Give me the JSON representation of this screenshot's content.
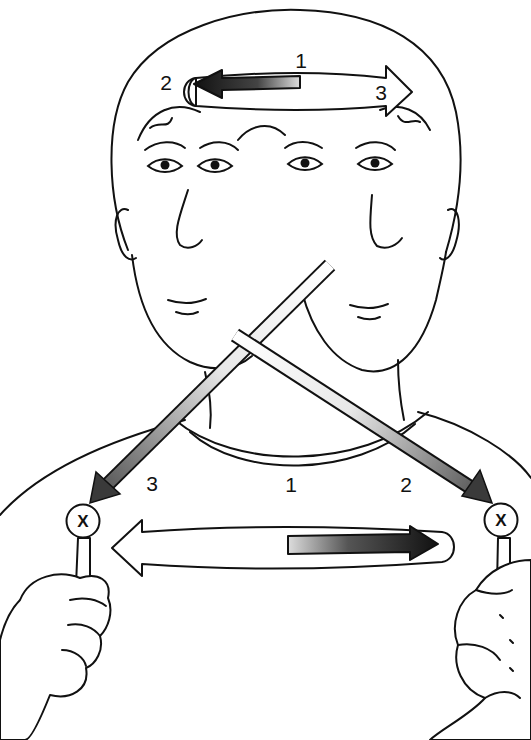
{
  "diagram": {
    "nodes": [
      {
        "text": [
          "X"
        ]
      },
      {
        "text": [
          "X"
        ]
      }
    ],
    "labels": [
      "1",
      "2",
      "3",
      "3",
      "1",
      "2"
    ]
  }
}
